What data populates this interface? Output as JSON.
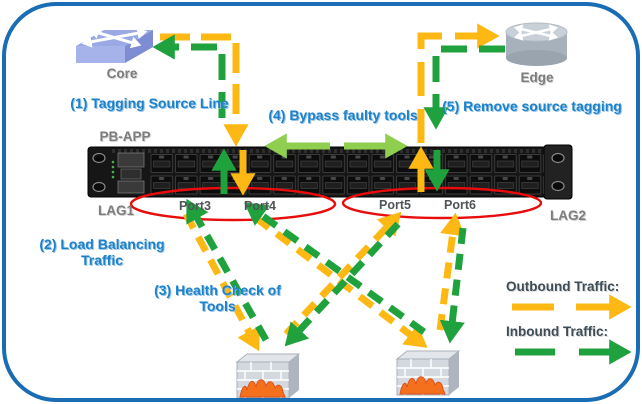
{
  "diagram": {
    "steps": [
      "(1) Tagging Source Line",
      "(2)  Load Balancing Traffic",
      "(3) Health Check of Tools",
      "(4) Bypass faulty tools",
      "(5) Remove source tagging"
    ],
    "devices": {
      "core": "Core",
      "edge": "Edge",
      "pb_app": "PB-APP"
    },
    "lags": {
      "left": "LAG1",
      "right": "LAG2"
    },
    "ports": [
      "Port3",
      "Port4",
      "Port5",
      "Port6"
    ],
    "legend": {
      "outbound": "Outbound Traffic:",
      "inbound": "Inbound Traffic:"
    },
    "colors": {
      "outbound_traffic": "#FDB813",
      "inbound_traffic": "#1FA23E",
      "bypass_arrow": "#8FCE4E",
      "step_label_text": "#1F82C8",
      "device_label_text": "#7D7D7D",
      "port_label_text": "#4F5458",
      "legend_text": "#3E4C56",
      "port_group_ellipse": "#E80C0C",
      "frame_border": "#1A6CB4"
    }
  }
}
